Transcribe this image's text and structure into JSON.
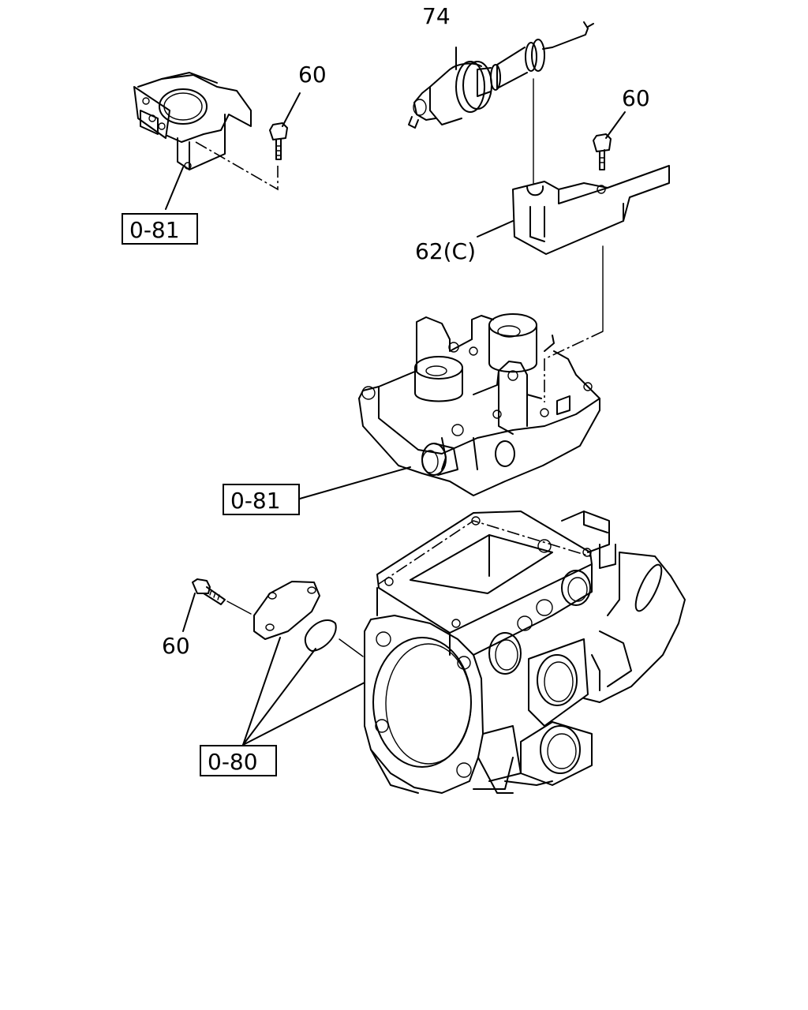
{
  "callouts": {
    "part_74": "74",
    "part_60_top_left": "60",
    "part_60_top_right": "60",
    "part_62c": "62(C)",
    "part_60_bottom": "60",
    "ref_081_top": "0-81",
    "ref_081_middle": "0-81",
    "ref_080": "0-80"
  },
  "colors": {
    "line": "#000000",
    "background": "#ffffff"
  }
}
